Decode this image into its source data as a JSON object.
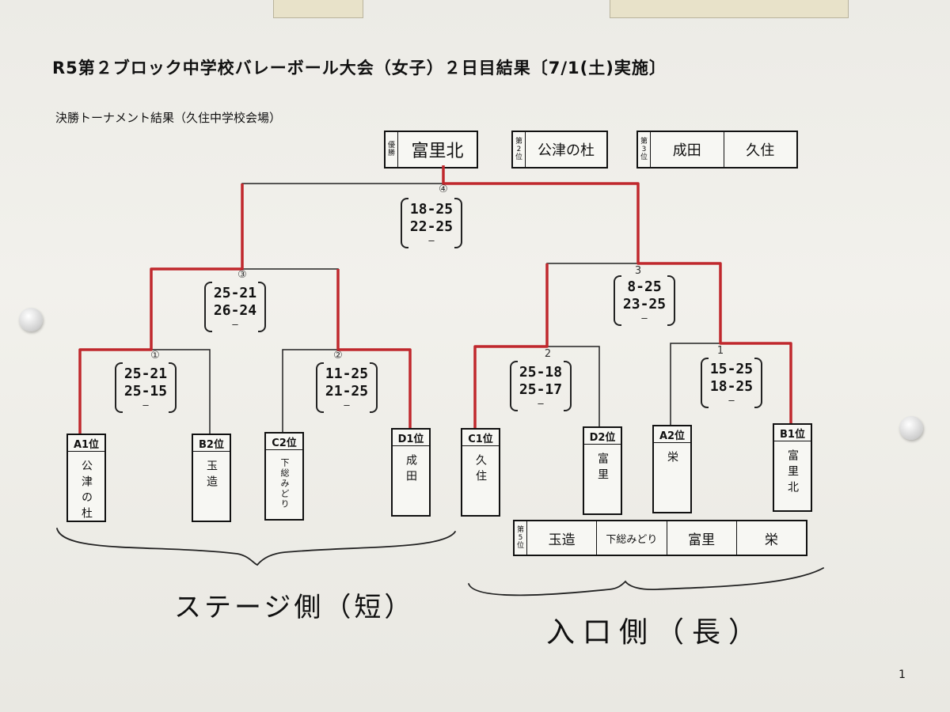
{
  "title": "R5第２ブロック中学校バレーボール大会（女子）２日目結果〔7/1(土)実施〕",
  "subtitle": "決勝トーナメント結果（久住中学校会場）",
  "ranks": {
    "first": {
      "label_chars": [
        "優",
        "勝"
      ],
      "names": [
        "富里北"
      ]
    },
    "second": {
      "label_chars": [
        "第",
        "2",
        "位"
      ],
      "names": [
        "公津の杜"
      ]
    },
    "third": {
      "label_chars": [
        "第",
        "3",
        "位"
      ],
      "names": [
        "成田",
        "久住"
      ]
    },
    "fifth": {
      "label_chars": [
        "第",
        "5",
        "位"
      ],
      "names": [
        "玉造",
        "下総みどり",
        "富里",
        "栄"
      ]
    }
  },
  "teams": [
    {
      "pos": "A1位",
      "name": "公津の杜"
    },
    {
      "pos": "B2位",
      "name": "玉造"
    },
    {
      "pos": "C2位",
      "name": "下総みどり"
    },
    {
      "pos": "D1位",
      "name": "成田"
    },
    {
      "pos": "C1位",
      "name": "久住"
    },
    {
      "pos": "D2位",
      "name": "富里"
    },
    {
      "pos": "A2位",
      "name": "栄"
    },
    {
      "pos": "B1位",
      "name": "富里北"
    }
  ],
  "matches": [
    {
      "num": "①",
      "sets": [
        "25-21",
        "25-15"
      ]
    },
    {
      "num": "②",
      "sets": [
        "11-25",
        "21-25"
      ]
    },
    {
      "num": "③",
      "sets": [
        "25-21",
        "26-24"
      ]
    },
    {
      "num": "2",
      "sets": [
        "25-18",
        "25-17"
      ]
    },
    {
      "num": "1",
      "sets": [
        "15-25",
        "18-25"
      ]
    },
    {
      "num": "3",
      "sets": [
        "8-25",
        "23-25"
      ]
    },
    {
      "num": "④",
      "sets": [
        "18-25",
        "22-25"
      ]
    }
  ],
  "sides": {
    "left": "ステージ側（短）",
    "right": "入口側（長）"
  },
  "page_number": "1",
  "colors": {
    "winner_line": "#c0282d",
    "line": "#222222"
  }
}
